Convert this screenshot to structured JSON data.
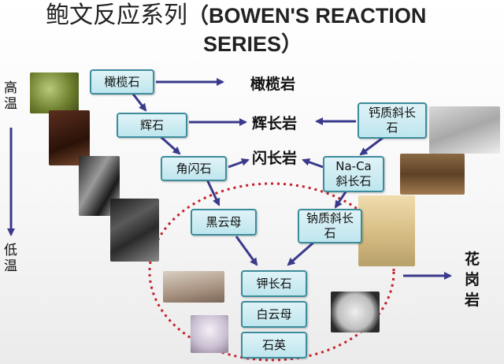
{
  "title": {
    "zh": "鲍文反应系列",
    "en_line1": "（BOWEN'S REACTION",
    "en_line2": "SERIES）"
  },
  "side_labels": {
    "high_temp": "高温",
    "low_temp": "低温"
  },
  "minerals": {
    "olivine": "橄榄石",
    "pyroxene": "辉石",
    "amphibole": "角闪石",
    "biotite": "黑云母",
    "ca_plagioclase": "钙质斜长石",
    "na_ca_plagioclase_1": "Na-Ca",
    "na_ca_plagioclase_2": "斜长石",
    "na_plagioclase": "钠质斜长石",
    "k_feldspar": "钾长石",
    "muscovite": "白云母",
    "quartz": "石英"
  },
  "rocks": {
    "peridotite": "橄榄岩",
    "gabbro": "辉长岩",
    "diorite": "闪长岩",
    "granite": "花岗岩"
  },
  "colors": {
    "box_border": "#3d8c9c",
    "box_fill": "#c9eaf1",
    "arrow": "#3a3a8c",
    "dashed_circle": "#c4202a"
  }
}
